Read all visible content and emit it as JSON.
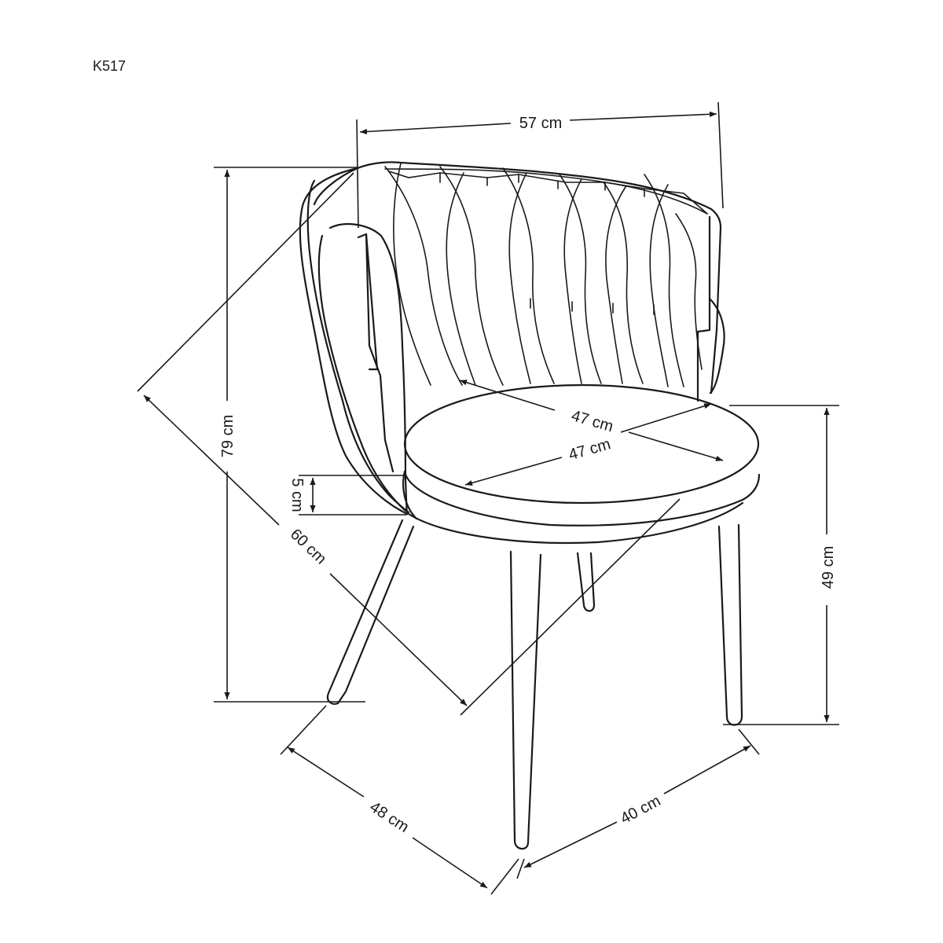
{
  "product_code": "K517",
  "dimensions": {
    "width": "57 cm",
    "height": "79 cm",
    "depth_diagonal": "60 cm",
    "seat_depth": "47 cm",
    "seat_width": "47 cm",
    "seat_thickness": "5 cm",
    "seat_height": "49 cm",
    "leg_span_front": "48 cm",
    "leg_span_side": "40 cm"
  }
}
